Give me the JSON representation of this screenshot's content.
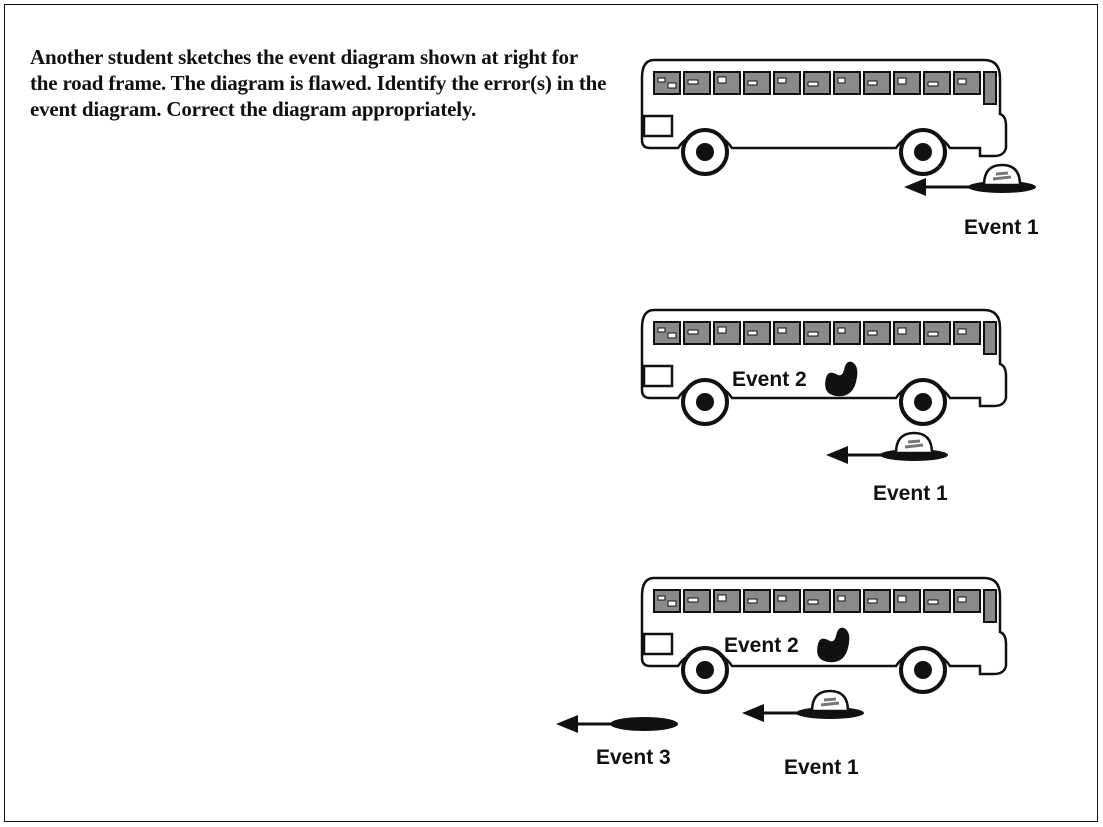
{
  "question": {
    "text": "Another student sketches the event diagram shown at right for the road frame.  The diagram is flawed.  Identify the error(s) in the event diagram.  Correct the diagram appropriately."
  },
  "labels": {
    "event1": "Event 1",
    "event2": "Event 2",
    "event3": "Event 3"
  },
  "panels": [
    {
      "id": "panel-1",
      "events": [
        "Event 1"
      ]
    },
    {
      "id": "panel-2",
      "events": [
        "Event 1",
        "Event 2"
      ]
    },
    {
      "id": "panel-3",
      "events": [
        "Event 1",
        "Event 2",
        "Event 3"
      ]
    }
  ],
  "icons": {
    "vehicle": "bus-icon",
    "hat": "hat-icon",
    "blob": "blob-icon",
    "oval": "oval-icon",
    "arrow": "left-arrow-icon"
  },
  "colors": {
    "ink": "#111111",
    "paper": "#ffffff",
    "window": "#8a8a8a"
  }
}
